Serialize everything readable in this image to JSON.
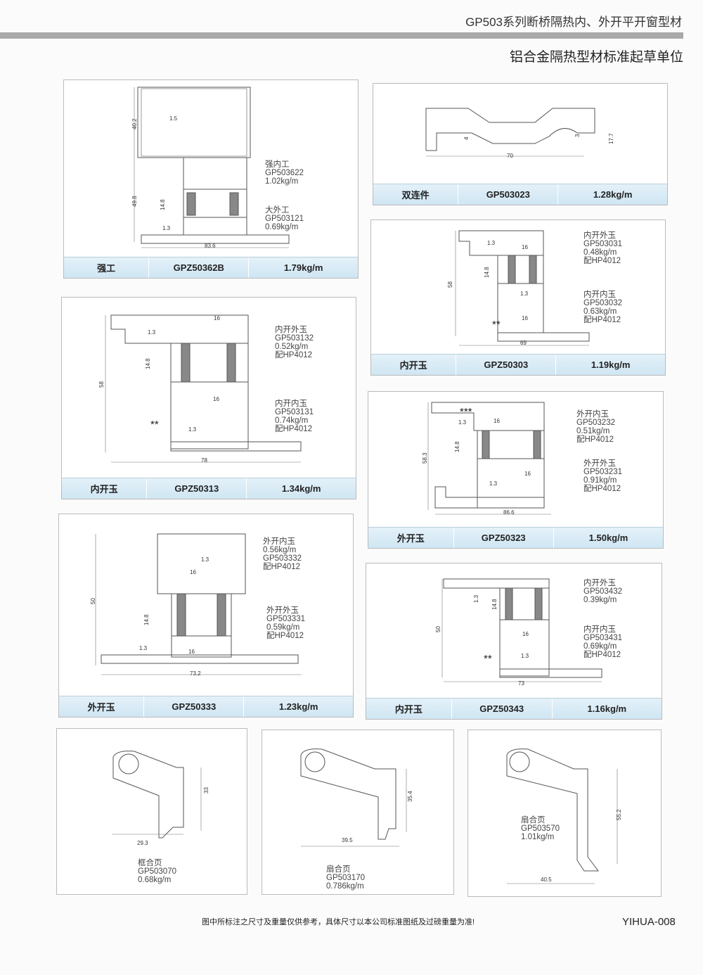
{
  "header": {
    "series_title": "GP503系列断桥隔热内、外开平开窗型材",
    "subtitle": "铝合金隔热型材标准起草单位"
  },
  "panels": [
    {
      "type": "强工",
      "model": "GPZ50362B",
      "weight": "1.79kg/m",
      "notes": [
        "强内工\nGP503622\n1.02kg/m",
        "大外工\nGP503121\n0.69kg/m"
      ],
      "dims": [
        "40.2",
        "1.5",
        "49.8",
        "14.8",
        "1.3",
        "83.6"
      ]
    },
    {
      "type": "双连件",
      "model": "GP503023",
      "weight": "1.28kg/m",
      "dims": [
        "4",
        "70",
        "3",
        "17.7"
      ]
    },
    {
      "type": "内开玉",
      "model": "GPZ50303",
      "weight": "1.19kg/m",
      "notes": [
        "内开外玉\nGP503031\n0.48kg/m\n配HP4012",
        "内开内玉\nGP503032\n0.63kg/m\n配HP4012"
      ],
      "dims": [
        "1.3",
        "16",
        "14.8",
        "58",
        "1.3",
        "16",
        "69",
        "**"
      ]
    },
    {
      "type": "内开玉",
      "model": "GPZ50313",
      "weight": "1.34kg/m",
      "notes": [
        "内开外玉\nGP503132\n0.52kg/m\n配HP4012",
        "内开内玉\nGP503131\n0.74kg/m\n配HP4012"
      ],
      "dims": [
        "16",
        "1.3",
        "14.8",
        "58",
        "16",
        "**",
        "1.3",
        "78"
      ]
    },
    {
      "type": "外开玉",
      "model": "GPZ50323",
      "weight": "1.50kg/m",
      "notes": [
        "外开内玉\nGP503232\n0.51kg/m\n配HP4012",
        "外开外玉\nGP503231\n0.91kg/m\n配HP4012"
      ],
      "dims": [
        "***",
        "1.3",
        "16",
        "14.8",
        "58.3",
        "16",
        "1.3",
        "86.6"
      ]
    },
    {
      "type": "外开玉",
      "model": "GPZ50333",
      "weight": "1.23kg/m",
      "notes": [
        "外开内玉\n0.56kg/m\nGP503332\n配HP4012",
        "外开外玉\nGP503331\n0.59kg/m\n配HP4012"
      ],
      "dims": [
        "1.3",
        "16",
        "50",
        "14.8",
        "1.3",
        "16",
        "73.2"
      ]
    },
    {
      "type": "内开玉",
      "model": "GPZ50343",
      "weight": "1.16kg/m",
      "notes": [
        "内开外玉\nGP503432\n0.39kg/m",
        "内开内玉\nGP503431\n0.69kg/m\n配HP4012"
      ],
      "dims": [
        "1.3",
        "14.8",
        "50",
        "16",
        "**",
        "1.3",
        "73"
      ]
    },
    {
      "notes": [
        "框合页\nGP503070\n0.68kg/m"
      ],
      "dims": [
        "33",
        "29.3"
      ]
    },
    {
      "notes": [
        "扇合页\nGP503170\n0.786kg/m"
      ],
      "dims": [
        "35.4",
        "39.5"
      ]
    },
    {
      "notes": [
        "扇合页\nGP503570\n1.01kg/m"
      ],
      "dims": [
        "55.2",
        "40.5"
      ]
    }
  ],
  "footer": {
    "disclaimer": "图中所标注之尺寸及重量仅供参考，具体尺寸以本公司标准图纸及过磅重量为准!",
    "page_code": "YIHUA-008"
  }
}
